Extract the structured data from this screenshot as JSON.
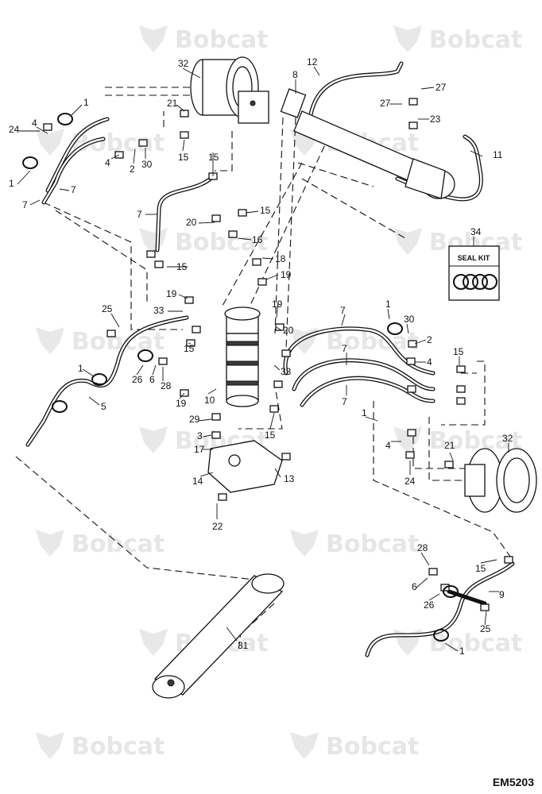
{
  "watermark": {
    "text": "Bobcat"
  },
  "seal_kit": {
    "callout": "34",
    "label": "SEAL KIT"
  },
  "figure_code": "EM5203",
  "callouts": [
    {
      "id": "c32a",
      "text": "32"
    },
    {
      "id": "c12",
      "text": "12"
    },
    {
      "id": "c8",
      "text": "8"
    },
    {
      "id": "c27a",
      "text": "27"
    },
    {
      "id": "c27b",
      "text": "27"
    },
    {
      "id": "c23",
      "text": "23"
    },
    {
      "id": "c1a",
      "text": "1"
    },
    {
      "id": "c4a",
      "text": "4"
    },
    {
      "id": "c24a",
      "text": "24"
    },
    {
      "id": "c21a",
      "text": "21"
    },
    {
      "id": "c15a",
      "text": "15"
    },
    {
      "id": "c2a",
      "text": "2"
    },
    {
      "id": "c30a",
      "text": "30"
    },
    {
      "id": "c4b",
      "text": "4"
    },
    {
      "id": "c1b",
      "text": "1"
    },
    {
      "id": "c7a",
      "text": "7"
    },
    {
      "id": "c7b",
      "text": "7"
    },
    {
      "id": "c15b",
      "text": "15"
    },
    {
      "id": "c11",
      "text": "11"
    },
    {
      "id": "c7c",
      "text": "7"
    },
    {
      "id": "c20a",
      "text": "20"
    },
    {
      "id": "c15c",
      "text": "15"
    },
    {
      "id": "c16",
      "text": "16"
    },
    {
      "id": "c18",
      "text": "18"
    },
    {
      "id": "c15d",
      "text": "15"
    },
    {
      "id": "c19a",
      "text": "19"
    },
    {
      "id": "c19b",
      "text": "19"
    },
    {
      "id": "c33a",
      "text": "33"
    },
    {
      "id": "c19c",
      "text": "19"
    },
    {
      "id": "c25a",
      "text": "25"
    },
    {
      "id": "c20b",
      "text": "20"
    },
    {
      "id": "c7d",
      "text": "7"
    },
    {
      "id": "c1c",
      "text": "1"
    },
    {
      "id": "c30b",
      "text": "30"
    },
    {
      "id": "c2b",
      "text": "2"
    },
    {
      "id": "c7e",
      "text": "7"
    },
    {
      "id": "c15e",
      "text": "15"
    },
    {
      "id": "c4c",
      "text": "4"
    },
    {
      "id": "c15f",
      "text": "15"
    },
    {
      "id": "c26a",
      "text": "26"
    },
    {
      "id": "c6a",
      "text": "6"
    },
    {
      "id": "c28a",
      "text": "28"
    },
    {
      "id": "c33b",
      "text": "33"
    },
    {
      "id": "c1d",
      "text": "1"
    },
    {
      "id": "c5",
      "text": "5"
    },
    {
      "id": "c7f",
      "text": "7"
    },
    {
      "id": "c10",
      "text": "10"
    },
    {
      "id": "c19d",
      "text": "19"
    },
    {
      "id": "c29",
      "text": "29"
    },
    {
      "id": "c1e",
      "text": "1"
    },
    {
      "id": "c15g",
      "text": "15"
    },
    {
      "id": "c3",
      "text": "3"
    },
    {
      "id": "c17",
      "text": "17"
    },
    {
      "id": "c4d",
      "text": "4"
    },
    {
      "id": "c21b",
      "text": "21"
    },
    {
      "id": "c32b",
      "text": "32"
    },
    {
      "id": "c14",
      "text": "14"
    },
    {
      "id": "c13",
      "text": "13"
    },
    {
      "id": "c24b",
      "text": "24"
    },
    {
      "id": "c22",
      "text": "22"
    },
    {
      "id": "c28b",
      "text": "28"
    },
    {
      "id": "c15h",
      "text": "15"
    },
    {
      "id": "c6b",
      "text": "6"
    },
    {
      "id": "c9",
      "text": "9"
    },
    {
      "id": "c26b",
      "text": "26"
    },
    {
      "id": "c25b",
      "text": "25"
    },
    {
      "id": "c31",
      "text": "31"
    },
    {
      "id": "c1f",
      "text": "1"
    }
  ]
}
